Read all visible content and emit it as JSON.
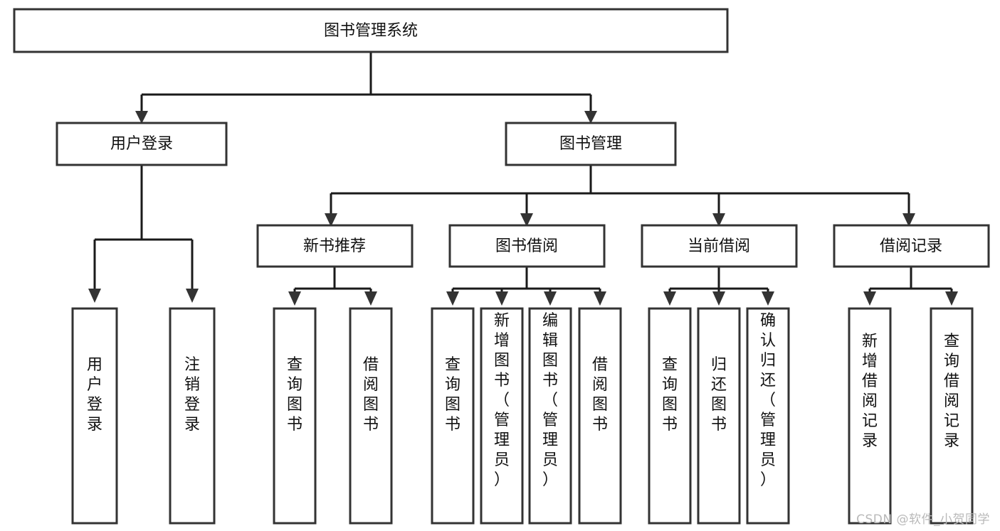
{
  "diagram": {
    "title": "图书管理系统",
    "type": "tree-hierarchy",
    "orientation": "top-down",
    "colors": {
      "box_stroke": "#333333",
      "box_fill": "#ffffff",
      "connector": "#1a1a1a",
      "text": "#111111",
      "watermark": "#b9b9b9",
      "background": "#ffffff"
    },
    "root": {
      "id": "root",
      "label": "图书管理系统"
    },
    "level2": [
      {
        "id": "user-login",
        "label": "用户登录"
      },
      {
        "id": "book-management",
        "label": "图书管理"
      }
    ],
    "level3": [
      {
        "id": "new-book-recommend",
        "label": "新书推荐",
        "parent": "book-management"
      },
      {
        "id": "book-borrow",
        "label": "图书借阅",
        "parent": "book-management"
      },
      {
        "id": "current-borrow",
        "label": "当前借阅",
        "parent": "book-management"
      },
      {
        "id": "borrow-record",
        "label": "借阅记录",
        "parent": "book-management"
      }
    ],
    "leaves": {
      "user-login": [
        {
          "id": "leaf-user-login",
          "label": "用户登录"
        },
        {
          "id": "leaf-logout",
          "label": "注销登录"
        }
      ],
      "new-book-recommend": [
        {
          "id": "leaf-query-book-1",
          "label": "查询图书"
        },
        {
          "id": "leaf-borrow-book-1",
          "label": "借阅图书"
        }
      ],
      "book-borrow": [
        {
          "id": "leaf-query-book-2",
          "label": "查询图书"
        },
        {
          "id": "leaf-add-book",
          "label": "新增图书（管理员）"
        },
        {
          "id": "leaf-edit-book",
          "label": "编辑图书（管理员）"
        },
        {
          "id": "leaf-borrow-book-2",
          "label": "借阅图书"
        }
      ],
      "current-borrow": [
        {
          "id": "leaf-query-book-3",
          "label": "查询图书"
        },
        {
          "id": "leaf-return-book",
          "label": "归还图书"
        },
        {
          "id": "leaf-confirm-return",
          "label": "确认归还（管理员）"
        }
      ],
      "borrow-record": [
        {
          "id": "leaf-add-record",
          "label": "新增借阅记录"
        },
        {
          "id": "leaf-query-record",
          "label": "查询借阅记录"
        }
      ]
    }
  },
  "watermark": {
    "text": "CSDN @软件_小贺同学"
  }
}
